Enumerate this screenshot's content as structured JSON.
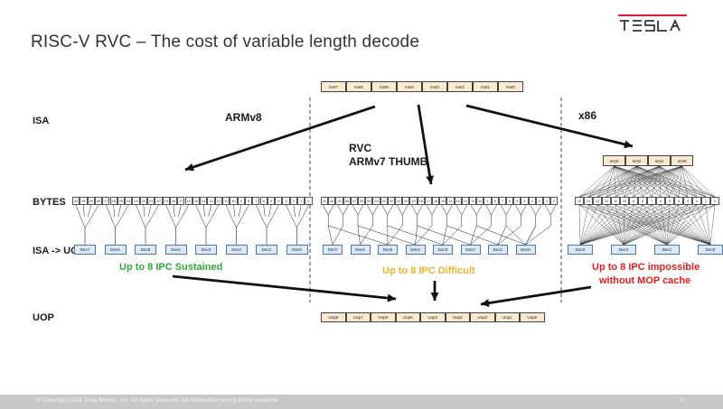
{
  "slide": {
    "title": "RISC-V RVC – The cost of variable length decode",
    "logo_text": "TESLA"
  },
  "rows": {
    "isa": "ISA",
    "bytes": "BYTES",
    "isa_uop": "ISA -> UOP",
    "uop": "UOP"
  },
  "architectures": {
    "armv8": "ARMv8",
    "rvc_line1": "RVC",
    "rvc_line2": "ARMv7 THUMB",
    "x86": "x86"
  },
  "ipc": {
    "armv8": "Up to 8 IPC Sustained",
    "rvc": "Up to 8 IPC Difficult",
    "x86_line1": "Up to 8 IPC impossible",
    "x86_line2": "without MOP cache"
  },
  "colors": {
    "green": "#2eaa3c",
    "yellow": "#f0b429",
    "red": "#e02020",
    "logo": "#e31937"
  },
  "top_instructions": [
    "Inst7",
    "Inst6",
    "Inst5",
    "Inst4",
    "Inst3",
    "Inst2",
    "Inst1",
    "Inst0"
  ],
  "x86_instructions": [
    "Inst3",
    "Inst2",
    "Inst1",
    "Inst0"
  ],
  "bytes": [
    "31",
    "30",
    "29",
    "28",
    "27",
    "26",
    "25",
    "24",
    "23",
    "22",
    "21",
    "20",
    "19",
    "18",
    "17",
    "16",
    "15",
    "14",
    "13",
    "12",
    "11",
    "10",
    "9",
    "8",
    "7",
    "6",
    "5",
    "4",
    "3",
    "2",
    "1",
    "0"
  ],
  "x86_bytes": [
    "15",
    "14",
    "13",
    "12",
    "11",
    "10",
    "9",
    "8",
    "7",
    "6",
    "5",
    "4",
    "3",
    "2",
    "1",
    "0"
  ],
  "decoders": [
    "Dec7",
    "Dec6",
    "Dec5",
    "Dec4",
    "Dec3",
    "Dec2",
    "Dec1",
    "Dec0"
  ],
  "x86_decoders": [
    "Dec3",
    "Dec2",
    "Dec1",
    "Dec0"
  ],
  "uops": [
    "Uop8",
    "Uop7",
    "Uop6",
    "Uop5",
    "Uop4",
    "Uop3",
    "Uop2",
    "Uop1",
    "Uop0"
  ],
  "footer": {
    "copyright": "© Copyright 2024 Tesla Motors, Inc. All rights reserved. All information here publicly available.",
    "page": "5"
  }
}
